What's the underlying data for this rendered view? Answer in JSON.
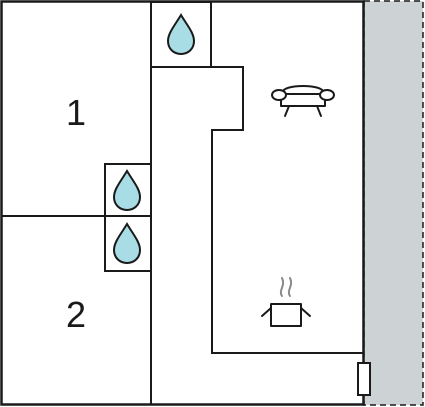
{
  "rooms": [
    {
      "number": "1"
    },
    {
      "number": "2"
    }
  ],
  "fixtures": [
    {
      "type": "bathroom",
      "icon": "water-drop-icon"
    },
    {
      "type": "bathroom",
      "icon": "water-drop-icon"
    },
    {
      "type": "bathroom",
      "icon": "water-drop-icon"
    },
    {
      "type": "living-room",
      "icon": "sofa-icon"
    },
    {
      "type": "kitchen",
      "icon": "cooking-pot-icon"
    },
    {
      "type": "balcony",
      "icon": "terrace-area"
    }
  ],
  "colors": {
    "wall": "#1a1a1a",
    "water": "#a8dde6",
    "terrace": "#cdd3d4",
    "steam": "#8a8a8a"
  }
}
